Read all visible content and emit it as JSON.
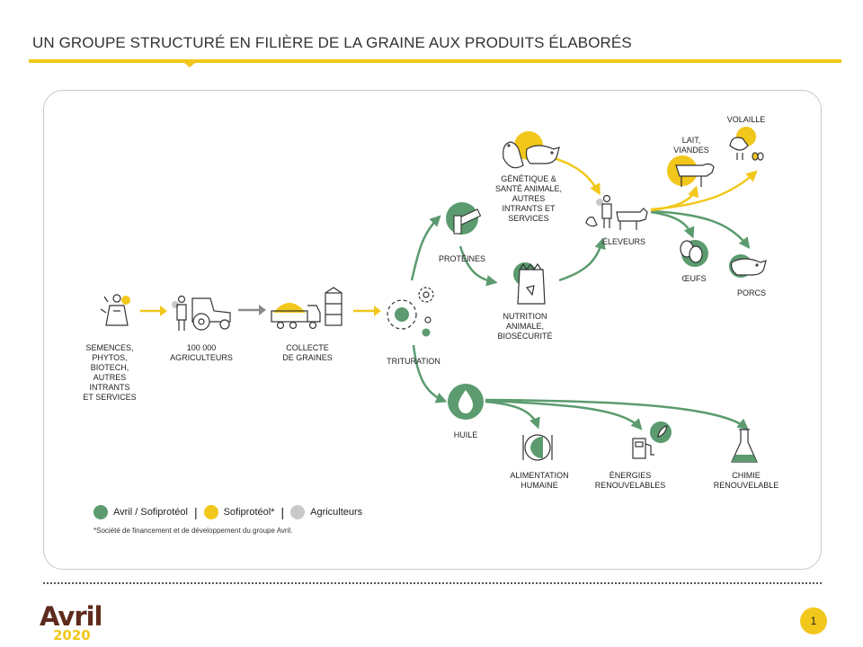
{
  "header": {
    "title": "UN GROUPE STRUCTURÉ EN FILIÈRE DE LA GRAINE AUX PRODUITS ÉLABORÉS"
  },
  "colors": {
    "green": "#5b9b6f",
    "yellow": "#f2c71b",
    "grey": "#c8c8c8",
    "arrow_grey": "#8a8a8a",
    "brown": "#5e2b1d"
  },
  "nodes": {
    "semences": "SEMENCES,\nPHYTOS, BIOTECH,\nAUTRES INTRANTS\nET SERVICES",
    "agriculteurs": "100 000\nAGRICULTEURS",
    "collecte": "COLLECTE\nDE GRAINES",
    "trituration": "TRITURATION",
    "proteines": "PROTÉINES",
    "genetique": "GÉNÉTIQUE &\nSANTÉ ANIMALE,\nAUTRES\nINTRANTS ET\nSERVICES",
    "nutrition": "NUTRITION\nANIMALE,\nBIOSÉCURITÉ",
    "eleveurs": "ÉLEVEURS",
    "lait": "LAIT,\nVIANDES",
    "volaille": "VOLAILLE",
    "oeufs": "ŒUFS",
    "porcs": "PORCS",
    "huile": "HUILE",
    "alimentation": "ALIMENTATION\nHUMAINE",
    "energies": "ÉNERGIES\nRENOUVELABLES",
    "chimie": "CHIMIE\nRENOUVELABLE"
  },
  "legend": {
    "items": [
      {
        "label": "Avril / Sofiprotéol",
        "color": "#5b9b6f"
      },
      {
        "label": "Sofiprotéol*",
        "color": "#f2c71b"
      },
      {
        "label": "Agriculteurs",
        "color": "#c8c8c8"
      }
    ],
    "separator": "|",
    "footnote": "*Société de financement et de développement du groupe Avril."
  },
  "footer": {
    "logo_word": "Avril",
    "logo_year": "2020",
    "page_number": "1"
  }
}
